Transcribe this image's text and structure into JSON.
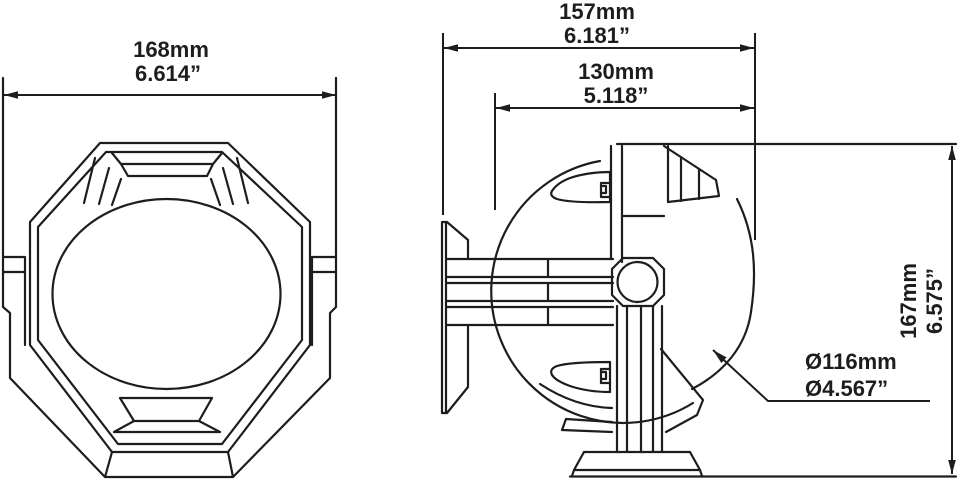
{
  "drawing": {
    "colors": {
      "background": "#ffffff",
      "line": "#1d1d1b"
    },
    "views": {
      "front": {
        "name": "front view of octagonal spotlight with round lens and U-bracket"
      },
      "side": {
        "name": "side view of spotlight on pedestal mount with wall plate arm"
      }
    },
    "dimensions": {
      "front_width": {
        "metric": "168mm",
        "imperial": "6.614”"
      },
      "mount_depth": {
        "metric": "157mm",
        "imperial": "6.181”"
      },
      "body_depth": {
        "metric": "130mm",
        "imperial": "5.118”"
      },
      "overall_height": {
        "metric": "167mm",
        "imperial": "6.575”"
      },
      "lens_diameter": {
        "metric": "Ø116mm",
        "imperial": "Ø4.567”"
      }
    }
  }
}
